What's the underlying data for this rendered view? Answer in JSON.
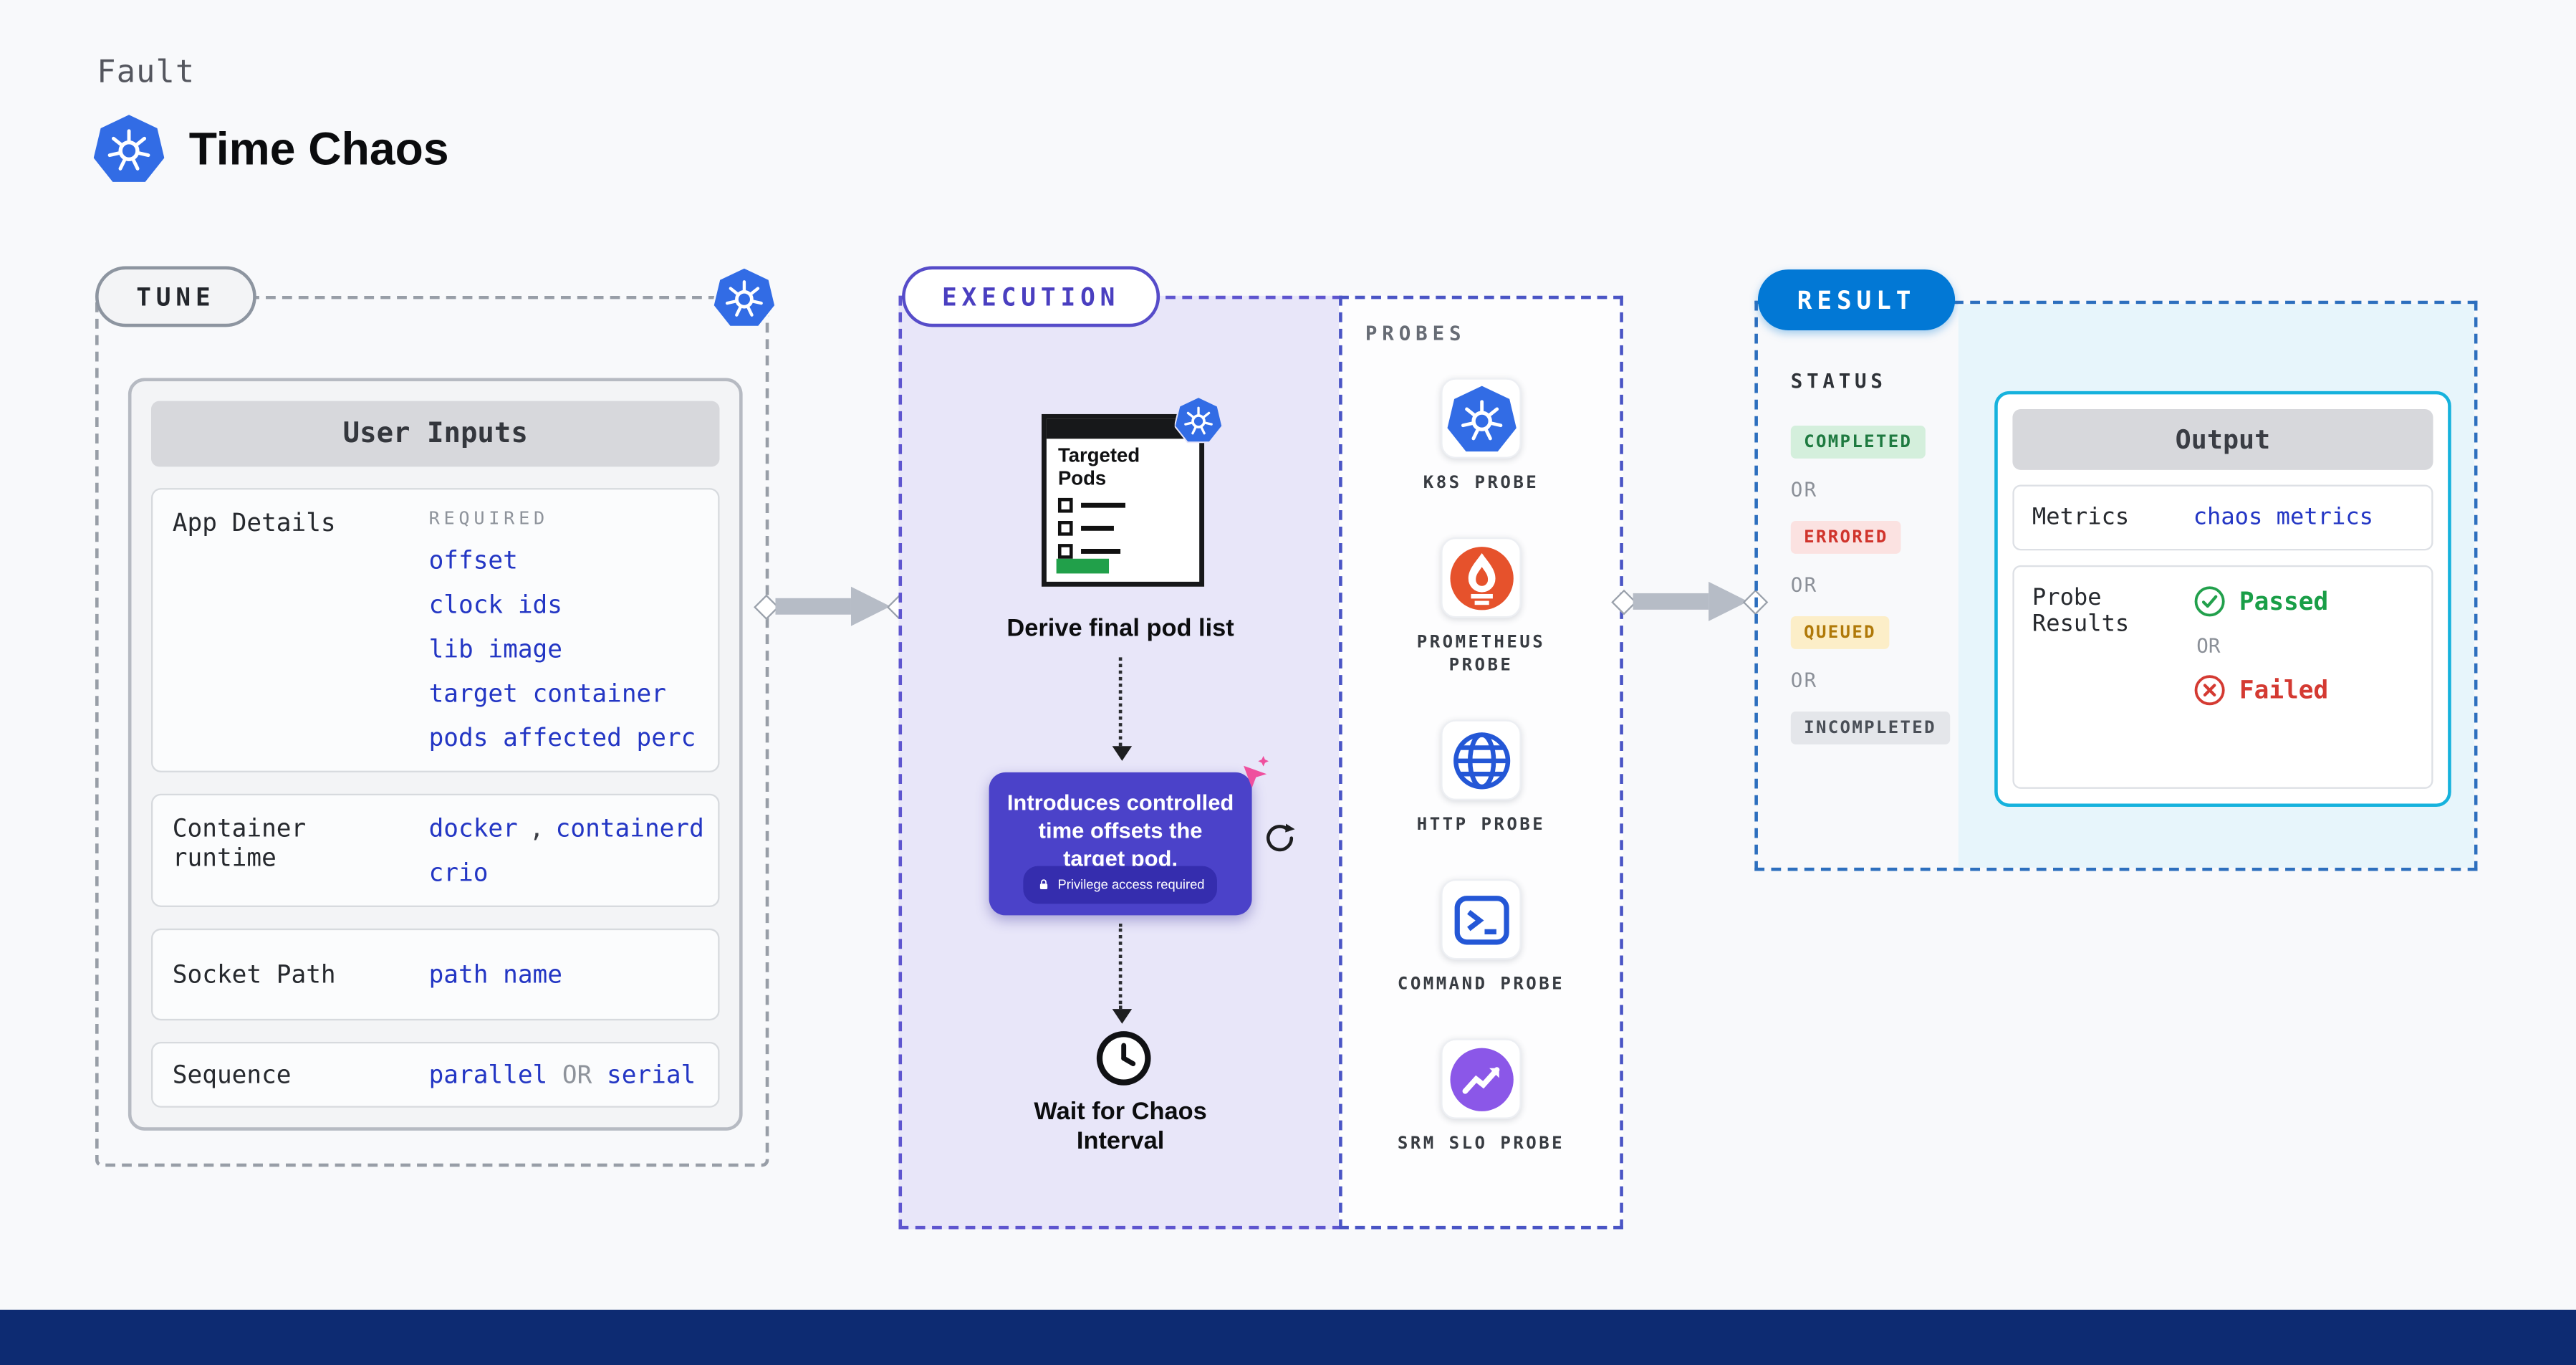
{
  "page": {
    "kicker": "Fault",
    "title": "Time Chaos"
  },
  "tune": {
    "label": "TUNE",
    "user_inputs": {
      "header": "User Inputs",
      "app_details": {
        "label": "App Details",
        "required": "REQUIRED",
        "links": [
          "offset",
          "clock ids",
          "lib image",
          "target container",
          "pods affected perc"
        ]
      },
      "container_runtime": {
        "label": "Container runtime",
        "value_docker": "docker",
        "separator": ",",
        "value_containerd": "containerd",
        "value_crio": "crio"
      },
      "socket_path": {
        "label": "Socket Path",
        "value": "path name"
      },
      "sequence": {
        "label": "Sequence",
        "value_a": "parallel",
        "or": "OR",
        "value_b": "serial"
      }
    }
  },
  "execution": {
    "label": "EXECUTION",
    "targeted_pods_title": "Targeted Pods",
    "derive_label": "Derive final pod list",
    "tooltip": {
      "text": "Introduces controlled time offsets the target pod.",
      "badge": "Privilege access required"
    },
    "wait_label": "Wait for Chaos Interval"
  },
  "probes": {
    "label": "PROBES",
    "items": [
      {
        "name": "K8S PROBE",
        "icon": "kubernetes-icon"
      },
      {
        "name": "PROMETHEUS PROBE",
        "icon": "prometheus-icon"
      },
      {
        "name": "HTTP PROBE",
        "icon": "globe-icon"
      },
      {
        "name": "COMMAND PROBE",
        "icon": "terminal-icon"
      },
      {
        "name": "SRM SLO PROBE",
        "icon": "srm-slo-icon"
      }
    ]
  },
  "result": {
    "label": "RESULT",
    "status": {
      "label": "STATUS",
      "or": "OR",
      "items": [
        "COMPLETED",
        "ERRORED",
        "QUEUED",
        "INCOMPLETED"
      ]
    },
    "output": {
      "header": "Output",
      "metrics_label": "Metrics",
      "metrics_value": "chaos metrics",
      "probe_results_label": "Probe Results",
      "passed": "Passed",
      "or": "OR",
      "failed": "Failed"
    }
  },
  "colors": {
    "k8s_blue": "#326ce5",
    "result_blue": "#0278d5",
    "execution_purple": "#4b42c9",
    "output_cyan": "#16b2dd",
    "link_blue": "#2336c4",
    "success_green": "#1e7a40",
    "error_red": "#d0342c",
    "queued_yellow": "#b07909",
    "bottom_bar": "#0d2b72"
  }
}
